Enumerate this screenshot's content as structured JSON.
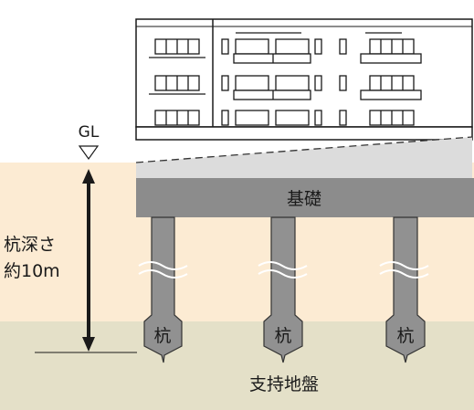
{
  "ground_level_label": "GL",
  "foundation_label": "基礎",
  "pile_depth_label_line1": "杭深さ",
  "pile_depth_label_line2": "約10m",
  "pile_labels": [
    "杭",
    "杭",
    "杭"
  ],
  "bearing_layer_label": "支持地盤",
  "colors": {
    "soil": "#fcebd3",
    "bearing_layer": "#e4e0c8",
    "foundation": "#8c8c8c",
    "pile": "#919191",
    "building_fill": "#ffffff",
    "building_line": "#1a1a1a",
    "arrow": "#1a1a1a",
    "slab_gray": "#dcdcdc"
  }
}
